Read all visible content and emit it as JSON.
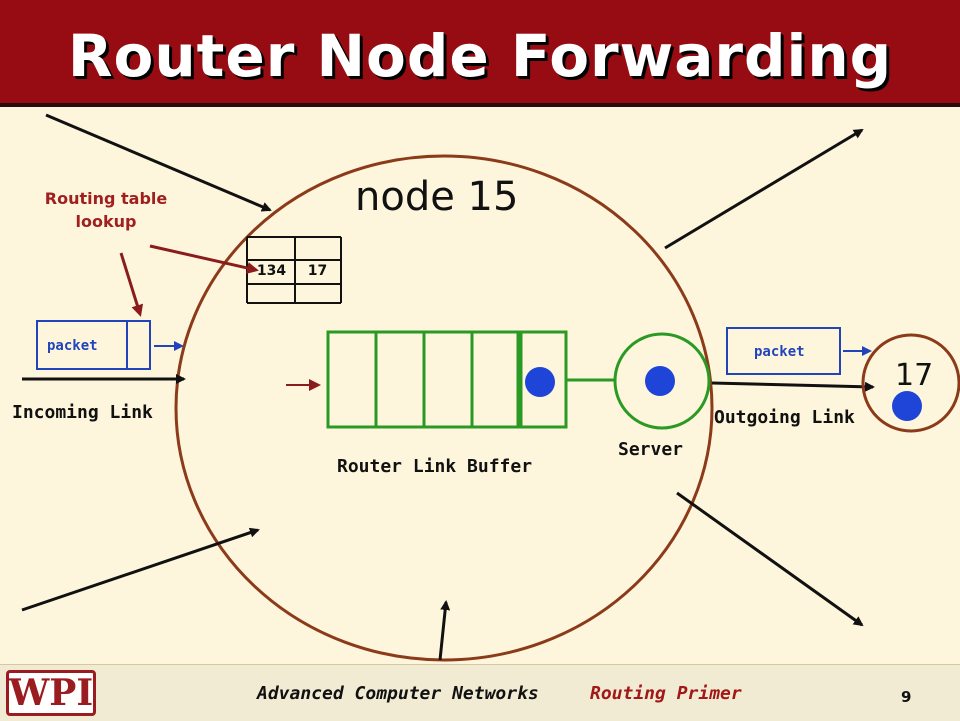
{
  "title": "Router Node Forwarding",
  "node_label": "node 15",
  "routing_note": [
    "Routing table",
    "lookup"
  ],
  "table_entry": {
    "in": "134",
    "out": "17"
  },
  "packet_in": "packet",
  "packet_out": "packet",
  "incoming_link": "Incoming Link",
  "outgoing_link": "Outgoing Link",
  "buffer_label": "Router Link Buffer",
  "server_label": "Server",
  "neighbor_node": "17",
  "footer": {
    "course": "Advanced Computer Networks",
    "topic": "Routing Primer",
    "page": "9",
    "logo": "WPI"
  },
  "colors": {
    "banner": "#960c12",
    "node_ring": "#8b3a1a",
    "buffer": "#2a9a24",
    "packet": "#2244bb",
    "annotation": "#a02020"
  }
}
